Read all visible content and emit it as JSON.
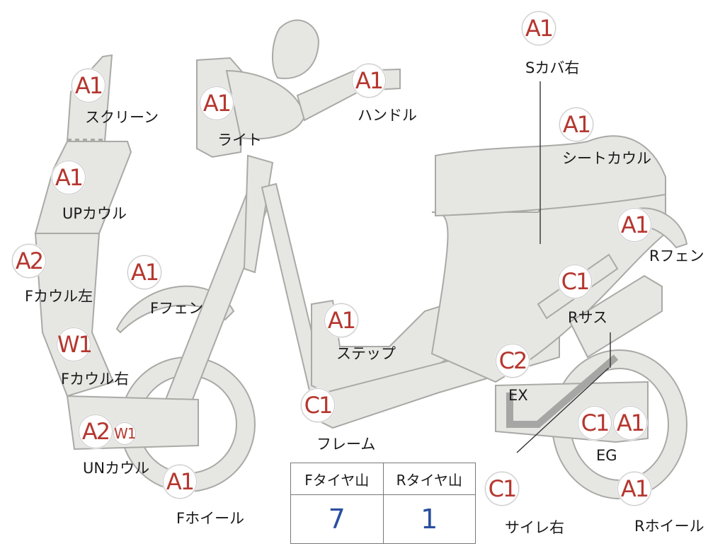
{
  "diagram": {
    "parts": [
      {
        "id": "screen",
        "badge": "A1",
        "label": "スクリーン"
      },
      {
        "id": "up-cowl",
        "badge": "A1",
        "label": "UPカウル"
      },
      {
        "id": "f-cowl-left",
        "badge": "A2",
        "label": "Fカウル左"
      },
      {
        "id": "f-cowl-right",
        "badge": "W1",
        "label": "Fカウル右"
      },
      {
        "id": "un-cowl",
        "badge": "A2",
        "badge2": "W1",
        "label": "UNカウル"
      },
      {
        "id": "f-wheel",
        "badge": "A1",
        "label": "Fホイール"
      },
      {
        "id": "light",
        "badge": "A1",
        "label": "ライト"
      },
      {
        "id": "handle",
        "badge": "A1",
        "label": "ハンドル"
      },
      {
        "id": "f-fender",
        "badge": "A1",
        "label": "Fフェン"
      },
      {
        "id": "step",
        "badge": "A1",
        "label": "ステップ"
      },
      {
        "id": "frame",
        "badge": "C1",
        "label": "フレーム"
      },
      {
        "id": "s-cover-right",
        "badge": "A1",
        "label": "Sカバ右"
      },
      {
        "id": "seat-cowl",
        "badge": "A1",
        "label": "シートカウル"
      },
      {
        "id": "r-fender",
        "badge": "A1",
        "label": "Rフェン"
      },
      {
        "id": "r-sus",
        "badge": "C1",
        "label": "Rサス"
      },
      {
        "id": "ex",
        "badge": "C2",
        "label": "EX"
      },
      {
        "id": "eg",
        "badge": "C1",
        "badge2": "A1",
        "label": "EG"
      },
      {
        "id": "silencer-right",
        "badge": "C1",
        "label": "サイレ右"
      },
      {
        "id": "r-wheel",
        "badge": "A1",
        "label": "Rホイール"
      }
    ]
  },
  "tire_table": {
    "front_header": "Fタイヤ山",
    "rear_header": "Rタイヤ山",
    "front_value": "7",
    "rear_value": "1"
  },
  "colors": {
    "badge_text": "#b5372f",
    "value_text": "#2b4fa0",
    "part_fill": "#e6e6e3",
    "part_stroke": "#a9a9a6"
  }
}
